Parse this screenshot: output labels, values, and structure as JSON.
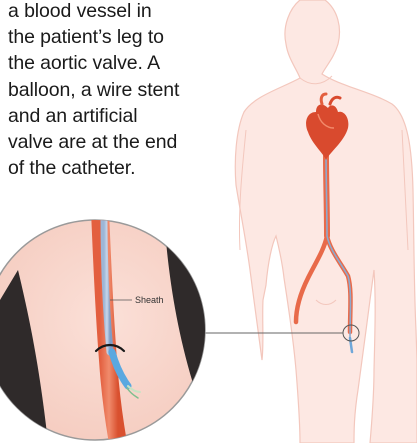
{
  "caption": {
    "lines": [
      "a blood vessel in",
      "the patient’s leg to",
      "the aortic valve. A",
      "balloon, a wire stent",
      "and an artificial",
      "valve are at the end",
      "of the catheter."
    ]
  },
  "inset": {
    "callout_label": "Sheath"
  },
  "colors": {
    "body_fill": "#fde8e3",
    "body_outline": "#f3c7bd",
    "artery": "#e86a4a",
    "heart": "#d94a2e",
    "catheter": "#7fa0c8",
    "text": "#1a1a1a"
  },
  "icons": [
    "heart-icon"
  ]
}
